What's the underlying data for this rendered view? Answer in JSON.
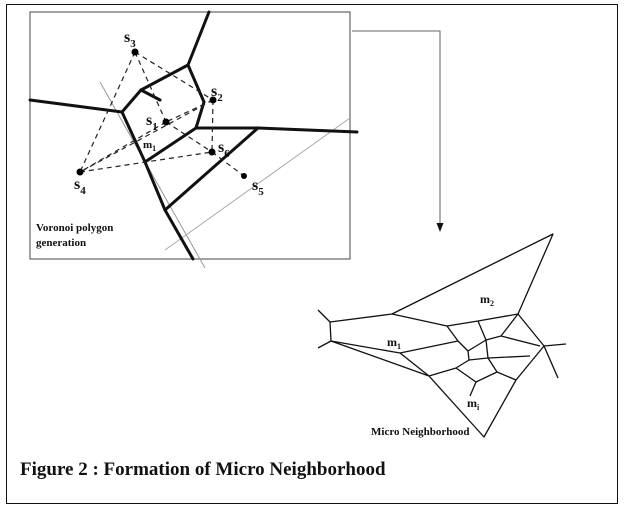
{
  "voronoi": {
    "sites": [
      {
        "name": "s",
        "sub": "3"
      },
      {
        "name": "s",
        "sub": "2"
      },
      {
        "name": "s",
        "sub": "1"
      },
      {
        "name": "m",
        "sub": "1"
      },
      {
        "name": "s",
        "sub": "6"
      },
      {
        "name": "s",
        "sub": "4"
      },
      {
        "name": "s",
        "sub": "5"
      }
    ],
    "label_line1": "Voronoi polygon",
    "label_line2": "generation"
  },
  "neighborhood": {
    "cells": [
      {
        "name": "m",
        "sub": "2"
      },
      {
        "name": "m",
        "sub": "1"
      },
      {
        "name": "m",
        "sub": "i"
      }
    ],
    "label": "Micro Neighborhood"
  },
  "caption": "Figure 2 : Formation of Micro Neighborhood"
}
